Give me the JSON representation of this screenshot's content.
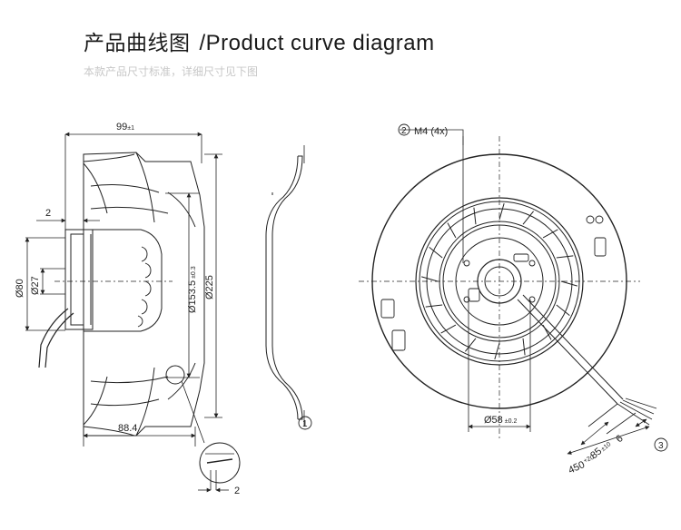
{
  "header": {
    "title_cn": "产品曲线图",
    "title_en": "/Product curve diagram",
    "subtitle": "本款产品尺寸标准，详细尺寸见下图"
  },
  "dimensions": {
    "width_top": "99",
    "width_top_tol": "±1",
    "lip": "2",
    "dia_80": "Ø80",
    "dia_27": "Ø27",
    "dia_153_5": "Ø153.5",
    "dia_153_5_tol": "±0.3",
    "dia_225": "Ø225",
    "width_bottom": "88.4",
    "detail_2": "2",
    "hole_label": "M4 (4x)",
    "dia_58": "Ø58",
    "dia_58_tol": "±0.2",
    "cable_6": "6",
    "cable_85": "85",
    "cable_85_tol": "±10",
    "cable_450": "450",
    "cable_450_tol": "+20"
  },
  "callouts": {
    "c1": "1",
    "c2": "2",
    "c3": "3"
  }
}
